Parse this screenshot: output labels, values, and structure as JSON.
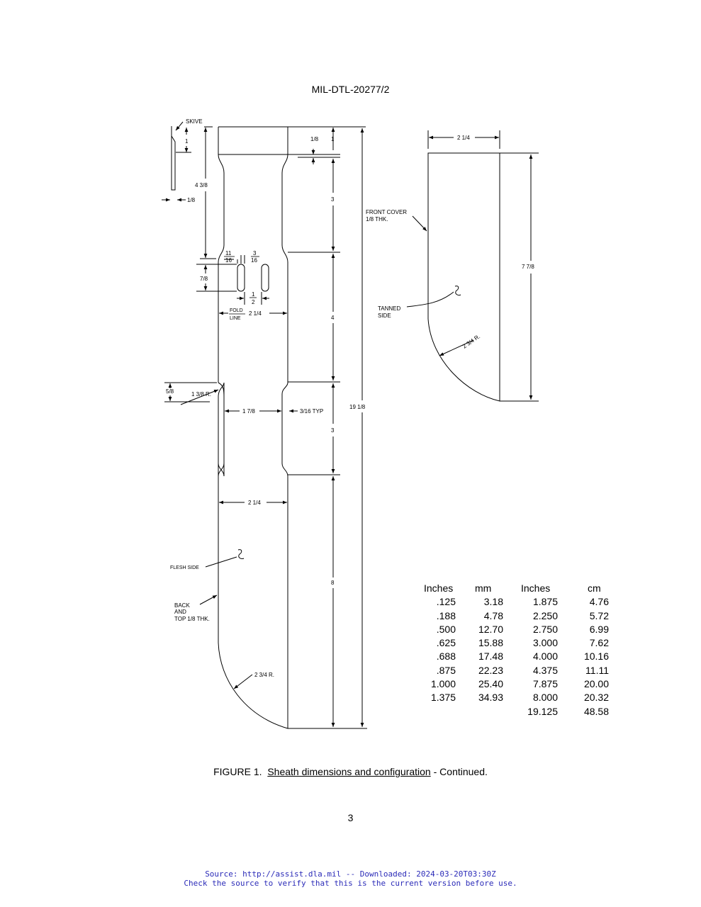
{
  "header": {
    "doc_number": "MIL-DTL-20277/2"
  },
  "drawing": {
    "back_labels": {
      "skive": "SKIVE",
      "one_top": "1",
      "one_eighth_left": "1/8",
      "four_three_eighths": "4 3/8",
      "one_eighth_right": "1/8",
      "one_right": "1",
      "three_a": "3",
      "eleven": "11",
      "sixteen_a": "16",
      "three_small": "3",
      "sixteen_b": "16",
      "seven_eighths": "7/8",
      "half_num": "1",
      "half_den": "2",
      "fold": "FOLD",
      "line": "LINE",
      "two_quarter_fold": "2 1/4",
      "four": "4",
      "five_eighths": "5/8",
      "radius_small": "1 3/8 R.",
      "one_seven_eighths": "1 7/8",
      "three_sixteenths_typ": "3/16 TYP",
      "nineteen": "19 1/8",
      "three_b": "3",
      "two_quarter_lower": "2 1/4",
      "flesh_side": "FLESH SIDE",
      "eight": "8",
      "back_1": "BACK",
      "back_2": "AND",
      "back_3": "TOP 1/8 THK.",
      "radius_large": "2 3/4 R."
    },
    "front_labels": {
      "width": "2 1/4",
      "front_cover_1": "FRONT COVER",
      "front_cover_2": "1/8 THK.",
      "height": "7 7/8",
      "tanned_1": "TANNED",
      "tanned_2": "SIDE",
      "radius": "2 3/4 R."
    }
  },
  "conversion_table": {
    "headers": [
      "Inches",
      "mm",
      "Inches",
      "cm"
    ],
    "rows": [
      [
        ".125",
        "3.18",
        "1.875",
        "4.76"
      ],
      [
        ".188",
        "4.78",
        "2.250",
        "5.72"
      ],
      [
        ".500",
        "12.70",
        "2.750",
        "6.99"
      ],
      [
        ".625",
        "15.88",
        "3.000",
        "7.62"
      ],
      [
        ".688",
        "17.48",
        "4.000",
        "10.16"
      ],
      [
        ".875",
        "22.23",
        "4.375",
        "11.11"
      ],
      [
        "1.000",
        "25.40",
        "7.875",
        "20.00"
      ],
      [
        "1.375",
        "34.93",
        "8.000",
        "20.32"
      ],
      [
        "",
        "",
        "19.125",
        "48.58"
      ]
    ]
  },
  "caption": {
    "prefix": "FIGURE 1.",
    "title": "Sheath dimensions and configuration",
    "suffix": "- Continued."
  },
  "page_number": "3",
  "source_note": {
    "line1": "Source: http://assist.dla.mil -- Downloaded: 2024-03-20T03:30Z",
    "line2": "Check the source to verify that this is the current version before use."
  }
}
